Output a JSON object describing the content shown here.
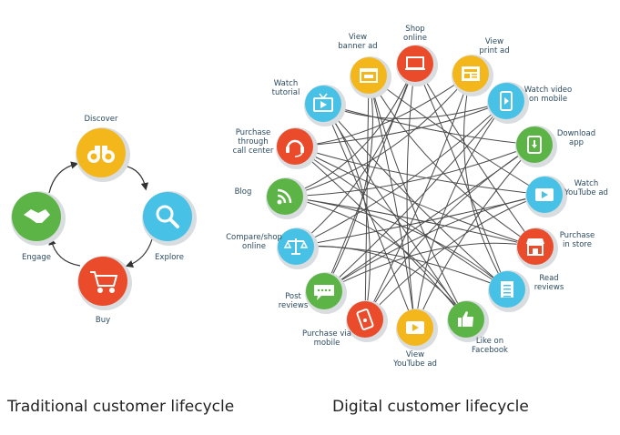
{
  "traditional": {
    "caption": "Traditional customer lifecycle",
    "stages": [
      {
        "key": "discover",
        "label": [
          "Discover"
        ],
        "color": "#f3b71b",
        "icon": "binoculars-icon"
      },
      {
        "key": "explore",
        "label": [
          "Explore"
        ],
        "color": "#47c2e6",
        "icon": "magnifier-icon"
      },
      {
        "key": "buy",
        "label": [
          "Buy"
        ],
        "color": "#e94b2b",
        "icon": "shopping-cart-icon"
      },
      {
        "key": "engage",
        "label": [
          "Engage"
        ],
        "color": "#5db446",
        "icon": "handshake-icon"
      }
    ]
  },
  "digital": {
    "caption": "Digital customer lifecycle",
    "nodes": [
      {
        "key": "shop-online",
        "label": [
          "Shop",
          "online"
        ],
        "color": "#e94b2b",
        "icon": "laptop-icon"
      },
      {
        "key": "view-print-ad",
        "label": [
          "View",
          "print ad"
        ],
        "color": "#f3b71b",
        "icon": "newspaper-icon"
      },
      {
        "key": "watch-video-mobile",
        "label": [
          "Watch video",
          "on mobile"
        ],
        "color": "#47c2e6",
        "icon": "mobile-video-icon"
      },
      {
        "key": "download-app",
        "label": [
          "Download",
          "app"
        ],
        "color": "#5db446",
        "icon": "download-icon"
      },
      {
        "key": "watch-youtube-ad",
        "label": [
          "Watch",
          "YouTube ad"
        ],
        "color": "#47c2e6",
        "icon": "video-play-icon"
      },
      {
        "key": "purchase-in-store",
        "label": [
          "Purchase",
          "in store"
        ],
        "color": "#e94b2b",
        "icon": "store-icon"
      },
      {
        "key": "read-reviews",
        "label": [
          "Read",
          "reviews"
        ],
        "color": "#47c2e6",
        "icon": "document-icon"
      },
      {
        "key": "like-on-facebook",
        "label": [
          "Like on",
          "Facebook"
        ],
        "color": "#5db446",
        "icon": "thumbs-up-icon"
      },
      {
        "key": "view-youtube-ad",
        "label": [
          "View",
          "YouTube ad"
        ],
        "color": "#f3b71b",
        "icon": "video-play-icon"
      },
      {
        "key": "purchase-via-mobile",
        "label": [
          "Purchase via",
          "mobile"
        ],
        "color": "#e94b2b",
        "icon": "mobile-phone-icon"
      },
      {
        "key": "post-reviews",
        "label": [
          "Post",
          "reviews"
        ],
        "color": "#5db446",
        "icon": "speech-bubble-icon"
      },
      {
        "key": "compare-shop-online",
        "label": [
          "Compare/shop",
          "online"
        ],
        "color": "#47c2e6",
        "icon": "scales-icon"
      },
      {
        "key": "blog",
        "label": [
          "Blog"
        ],
        "color": "#5db446",
        "icon": "rss-icon"
      },
      {
        "key": "purchase-call-center",
        "label": [
          "Purchase",
          "through",
          "call center"
        ],
        "color": "#e94b2b",
        "icon": "headset-icon"
      },
      {
        "key": "watch-tutorial",
        "label": [
          "Watch",
          "tutorial"
        ],
        "color": "#47c2e6",
        "icon": "tv-icon"
      },
      {
        "key": "view-banner-ad",
        "label": [
          "View",
          "banner ad"
        ],
        "color": "#f3b71b",
        "icon": "browser-window-icon"
      }
    ]
  }
}
